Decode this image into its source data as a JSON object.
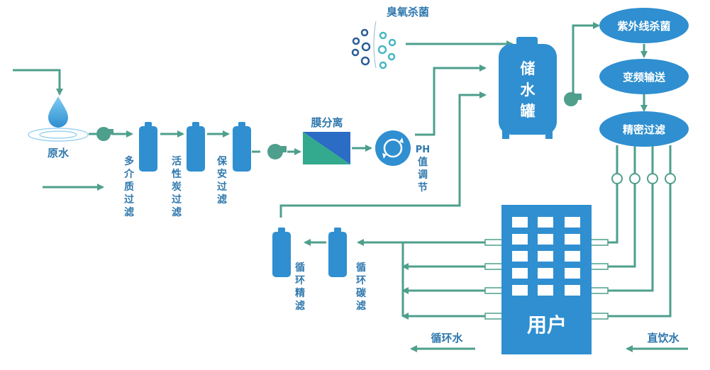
{
  "diagram": {
    "raw_water": "原水",
    "multi_media_filter": [
      "多",
      "介",
      "质",
      "过",
      "滤"
    ],
    "activated_carbon_filter": [
      "活",
      "性",
      "炭",
      "过",
      "滤"
    ],
    "security_filter": [
      "保",
      "安",
      "过",
      "滤"
    ],
    "membrane_separation": "膜分离",
    "ph_adjust": [
      "PH",
      "值",
      "调",
      "节"
    ],
    "ozone_sterilization": "臭氧杀菌",
    "storage_tank": [
      "储",
      "水",
      "罐"
    ],
    "uv_sterilization": "紫外线杀菌",
    "variable_frequency_pump": "变频输送",
    "fine_filtration": "精密过滤",
    "user": "用户",
    "circulation_carbon_filter": [
      "循",
      "环",
      "碳",
      "滤"
    ],
    "circulation_fine_filter": [
      "循",
      "环",
      "精",
      "滤"
    ],
    "circulating_water": "循环水",
    "direct_drinking_water": "直饮水"
  },
  "colors": {
    "pipe": "#4e9f8c",
    "blue": "#2f78ad",
    "dark_blue": "#2b5c96",
    "white": "#ffffff",
    "membrane_teal": "#33a98e"
  }
}
